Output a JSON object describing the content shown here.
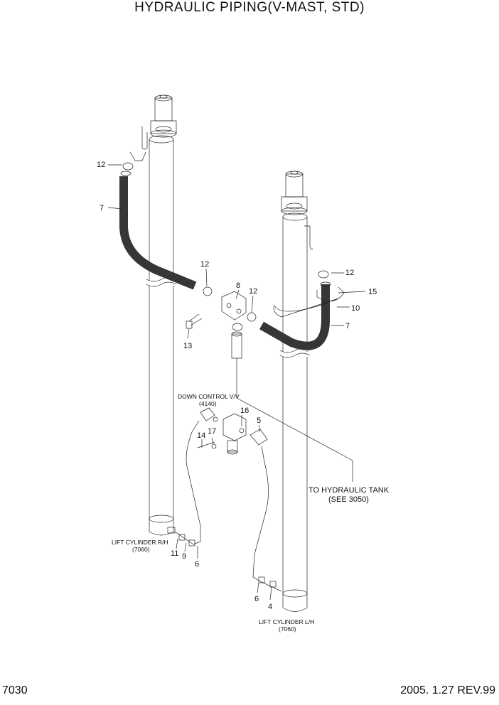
{
  "header": {
    "title": "HYDRAULIC PIPING(V-MAST, STD)"
  },
  "footer": {
    "page_code": "7030",
    "date_rev": "2005. 1.27 REV.99"
  },
  "labels": {
    "c12a": "12",
    "c7a": "7",
    "c12b": "12",
    "c8": "8",
    "c12c": "12",
    "c13": "13",
    "c12d": "12",
    "c15": "15",
    "c10": "10",
    "c7b": "7",
    "c16": "16",
    "c5": "5",
    "c17": "17",
    "c14": "14",
    "c11": "11",
    "c9": "9",
    "c6a": "6",
    "c6b": "6",
    "c4": "4"
  },
  "notes": {
    "down_control_1": "DOWN CONTROL V/V",
    "down_control_2": "(4140)",
    "tank_1": "TO HYDRAULIC TANK",
    "tank_2": "(SEE 3050)",
    "lift_rh_1": "LIFT CYLINDER R/H",
    "lift_rh_2": "(7060)",
    "lift_lh_1": "LIFT CYLINDER L/H",
    "lift_lh_2": "(7060)"
  }
}
